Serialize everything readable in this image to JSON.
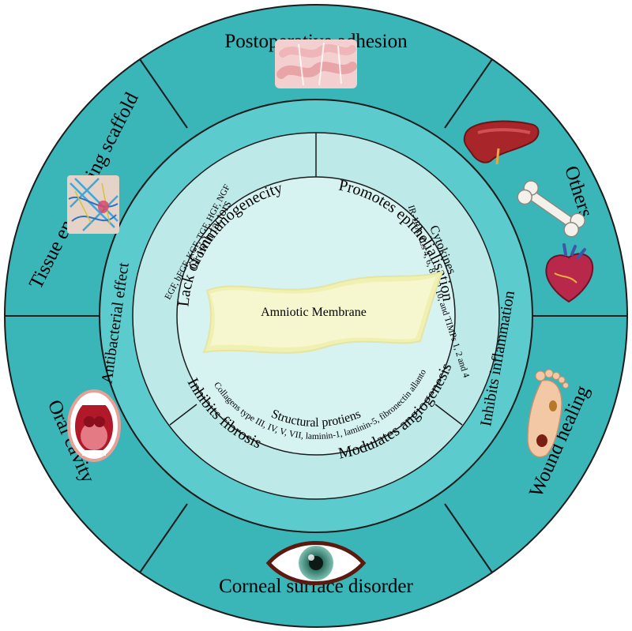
{
  "center": {
    "label": "Amniotic Membrane"
  },
  "outer_ring": {
    "postoperative": "Postoperative adhesion",
    "others": "Others",
    "wound": "Wound healing",
    "corneal": "Corneal surface disorder",
    "oral": "Oral cavity",
    "tissue": "Tissue engineering scaffold"
  },
  "middle_ring": {
    "immuno": "Lack of immunogenecity",
    "epith": "Promotes epithelialisation",
    "inflam": "Inhibits inflammation",
    "angio": "Modulates angiogenesis",
    "fibrosis": "Inhibits fibrosis",
    "antibac": "Antibacterial effect"
  },
  "inner_ring": {
    "growth_title": "Growth factors",
    "growth_list": "EGF, bFGF, KGF, TGF, HGF, NGF",
    "cyto_title": "Cytokines",
    "cyto_list": "IR-1RA, ILs 4, 6, 8 and 10, and TIMPs 1, 2 and 4",
    "struct_title": "Structural protiens",
    "struct_list": "Collagens type III, IV, V, VII, laminin-1, laminin-5, fibronectin allanto"
  },
  "colors": {
    "outer_ring": "#3AB5B8",
    "middle_ring": "#5CCBCD",
    "inner_ring": "#BDE9E9",
    "center": "#D6F3F2",
    "membrane": "#F4F4C2",
    "stroke": "#1b1b1b"
  },
  "icons": [
    "intestine-icon",
    "liver-icon",
    "bone-icon",
    "heart-icon",
    "foot-icon",
    "eye-icon",
    "mouth-icon",
    "scaffold-icon"
  ]
}
